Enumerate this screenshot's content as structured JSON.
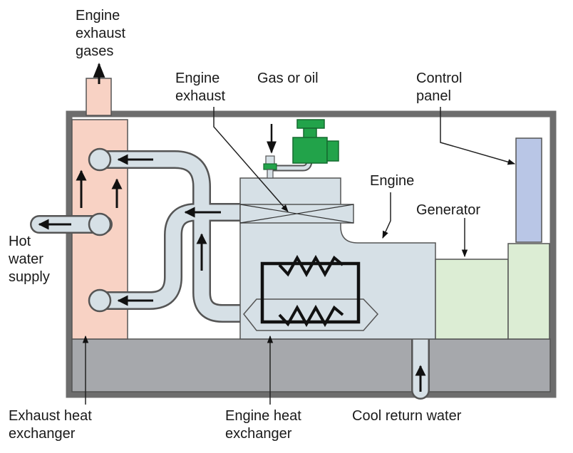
{
  "labels": {
    "engine_exhaust_gases": [
      "Engine",
      "exhaust",
      "gases"
    ],
    "engine_exhaust": [
      "Engine",
      "exhaust"
    ],
    "gas_or_oil": "Gas or oil",
    "control_panel": [
      "Control",
      "panel"
    ],
    "engine": "Engine",
    "generator": "Generator",
    "hot_water_supply": [
      "Hot",
      "water",
      "supply"
    ],
    "exhaust_heat_exchanger": [
      "Exhaust heat",
      "exchanger"
    ],
    "engine_heat_exchanger": [
      "Engine heat",
      "exchanger"
    ],
    "cool_return_water": "Cool return water"
  },
  "colors": {
    "enclosure_border": "#6d6d6d",
    "floor": "#a6a8ac",
    "exhaust_heat_exchanger": "#f8d2c4",
    "engine_block": "#d6e0e6",
    "pipe_fill": "#d6e0e6",
    "generator": "#dcedd4",
    "control_panel": "#b9c6e6",
    "fuel_valve": "#22a34a",
    "heat_coil": "#111111"
  }
}
